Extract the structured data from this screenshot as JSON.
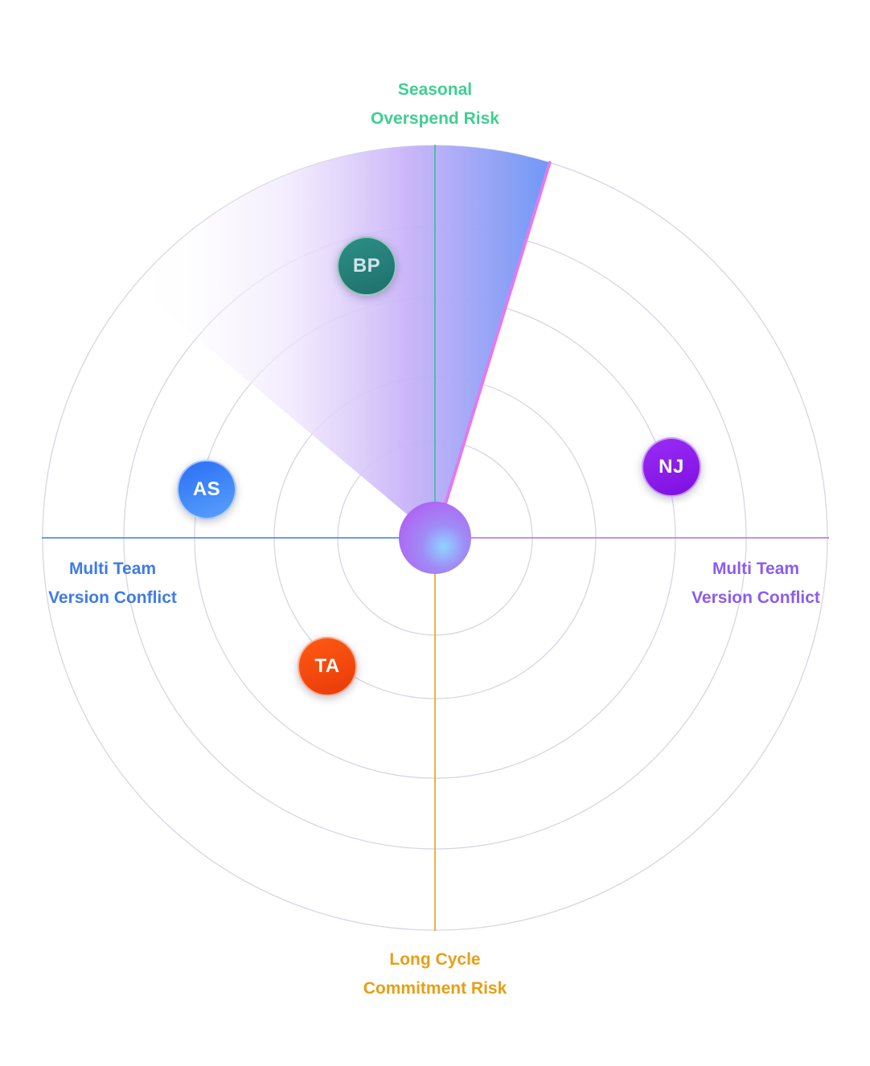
{
  "radar": {
    "ring_count": 5,
    "sweep_arc": {
      "from_deg": -50,
      "to_deg": 17
    },
    "colors": {
      "ring": "#d6d6e2",
      "axis_top": "#3fbf8a",
      "axis_bottom": "#e3a21a",
      "axis_left": "#3d7be8",
      "axis_right": "#b46af0",
      "sweep_light": "#efe6fd",
      "sweep_mid": "#c7a8f8",
      "sweep_dark": "#7a9cf5",
      "sweep_edge": "#e27af0"
    }
  },
  "labels": {
    "top": {
      "line1": "Seasonal",
      "line2": "Overspend Risk",
      "color": "#3fcf92"
    },
    "bottom": {
      "line1": "Long Cycle",
      "line2": "Commitment Risk",
      "color": "#e89e14"
    },
    "left": {
      "line1": "Multi Team",
      "line2": "Version Conflict",
      "color": "#3d7be8"
    },
    "right": {
      "line1": "Multi Team",
      "line2": "Version Conflict",
      "color": "#8b5cf0"
    }
  },
  "avatars": [
    {
      "initials": "BP",
      "color_a": "#2c8f86",
      "color_b": "#1f6f6c",
      "text_color": "#cfe3ee"
    },
    {
      "initials": "AS",
      "color_a": "#2a6ff5",
      "color_b": "#5aa0fb",
      "text_color": "#ffffff"
    },
    {
      "initials": "NJ",
      "color_a": "#9a2cf5",
      "color_b": "#7d10e0",
      "text_color": "#ffffff"
    },
    {
      "initials": "TA",
      "color_a": "#ff5a12",
      "color_b": "#e83a0a",
      "text_color": "#ffffff"
    }
  ]
}
